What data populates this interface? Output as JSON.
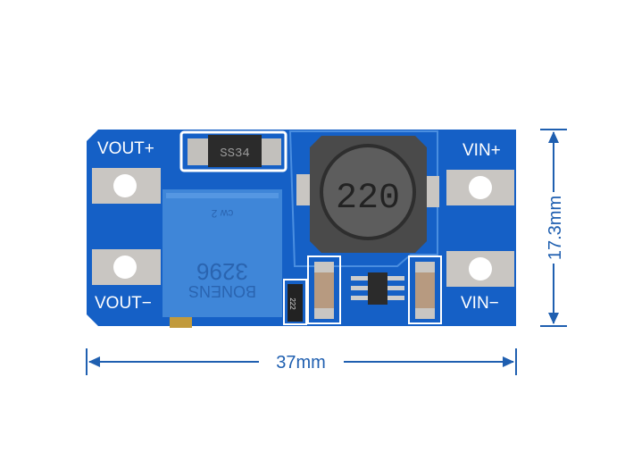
{
  "board": {
    "labels": {
      "vout_plus": "VOUT+",
      "vout_minus": "VOUT−",
      "vin_plus": "VIN+",
      "vin_minus": "VIN−"
    },
    "diode_marking": "SS34",
    "inductor_marking": "220",
    "potentiometer": {
      "model": "3296",
      "brand": "BONENS",
      "direction": "cw 2"
    },
    "resistor_marking": "222",
    "colors": {
      "pcb": "#1560c6",
      "potentiometer": "#3f86d8",
      "dimension": "#1f5fb0"
    }
  },
  "dimensions": {
    "width": "37mm",
    "height": "17.3mm"
  }
}
